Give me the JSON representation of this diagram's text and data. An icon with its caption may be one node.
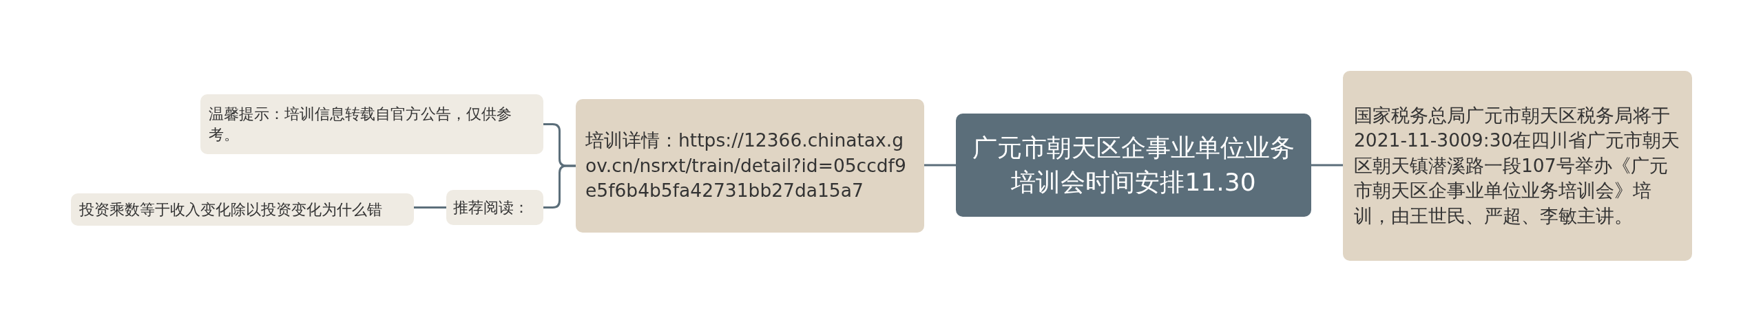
{
  "diagram": {
    "nodes": [
      {
        "text": [
          "广元市朝天区企事业单位业务培训会时间安排11.30"
        ]
      },
      {
        "text": [
          "国家税务总局广元市朝天区税务局将于2021-11-3009:30在四川省广元市朝天区朝天镇潜溪路一段107号举办《广元市朝天区企事业单位业务培训会》培训，由王世民、严超、李敏主讲。"
        ]
      },
      {
        "text": [
          "培训详情：https://12366.chinatax.gov.cn/nsrxt/train/detail?id=05ccdf9e5f6b4b5fa42731bb27da15a7"
        ]
      },
      {
        "text": [
          "温馨提示：培训信息转载自官方公告，仅供参考。"
        ]
      },
      {
        "text": [
          "推荐阅读："
        ]
      },
      {
        "text": [
          "投资乘数等于收入变化除以投资变化为什么错"
        ]
      }
    ],
    "edges": [
      {
        "from": 0,
        "to": 1,
        "arrow": "none"
      },
      {
        "from": 0,
        "to": 2,
        "arrow": "none"
      },
      {
        "from": 2,
        "to": 3,
        "arrow": "none"
      },
      {
        "from": 2,
        "to": 4,
        "arrow": "none"
      },
      {
        "from": 4,
        "to": 5,
        "arrow": "none"
      }
    ]
  }
}
